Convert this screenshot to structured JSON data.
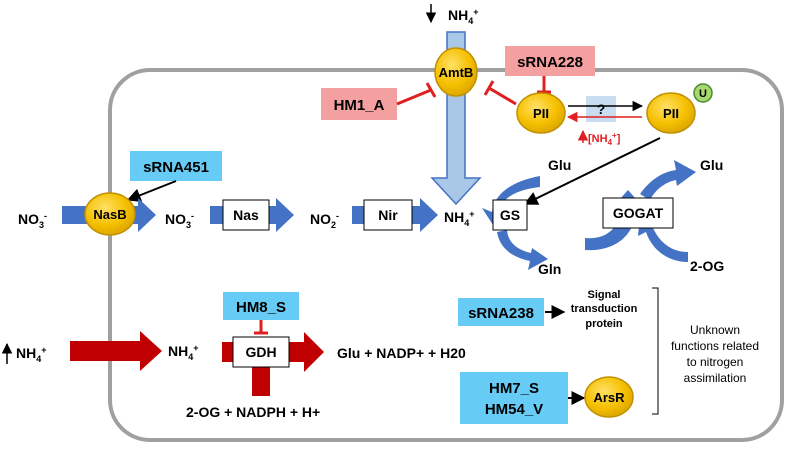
{
  "labels": {
    "nh4_top": "NH",
    "nh4_left": "NH",
    "nh4_mid": "NH",
    "nh4_gdh": "NH",
    "no3_left": "NO",
    "no3_mid": "NO",
    "no2": "NO",
    "sup4": "4",
    "sup3": "3",
    "sup2": "2",
    "plus": "+",
    "minus": "-"
  },
  "proteins": {
    "amtb": "AmtB",
    "pii_left": "PII",
    "pii_right": "PII",
    "uridyl": "U",
    "nasb": "NasB",
    "arsr": "ArsR"
  },
  "boxes": {
    "nas": "Nas",
    "nir": "Nir",
    "gs": "GS",
    "gogat": "GOGAT",
    "gdh": "GDH",
    "unknown_q": "?"
  },
  "regulators": {
    "srna228": "sRNA228",
    "hm1_a": "HM1_A",
    "srna451": "sRNA451",
    "hm8_s": "HM8_S",
    "srna238": "sRNA238",
    "hm7_s": "HM7_S",
    "hm54_v": "HM54_V"
  },
  "metabolites": {
    "glu_left": "Glu",
    "glu_right": "Glu",
    "gln": "Gln",
    "og_right": "2-OG",
    "gdh_products": "Glu + NADP+ + H20",
    "gdh_substrates": "2-OG + NADPH + H+"
  },
  "annotations": {
    "nh4_condition": "[NH",
    "nh4_condition_close": "]",
    "signal_1": "Signal",
    "signal_2": "transduction",
    "signal_3": "protein",
    "unknown_1": "Unknown",
    "unknown_2": "functions related",
    "unknown_3": "to nitrogen",
    "unknown_4": "assimilation"
  },
  "colors": {
    "cell_border": "#a0a0a0",
    "blue_arrow": "#4472c4",
    "light_blue_arrow": "#a9c8e8",
    "red_arrow": "#c00000",
    "inhibition_red": "#e02020",
    "protein_fill": "#f5c000",
    "protein_stroke": "#c09000",
    "pink_box": "#f4a0a0",
    "cyan_box": "#66ccf5",
    "light_box": "#c8ddf0",
    "uridyl_fill": "#a8d870",
    "uridyl_stroke": "#4a8a2a"
  }
}
